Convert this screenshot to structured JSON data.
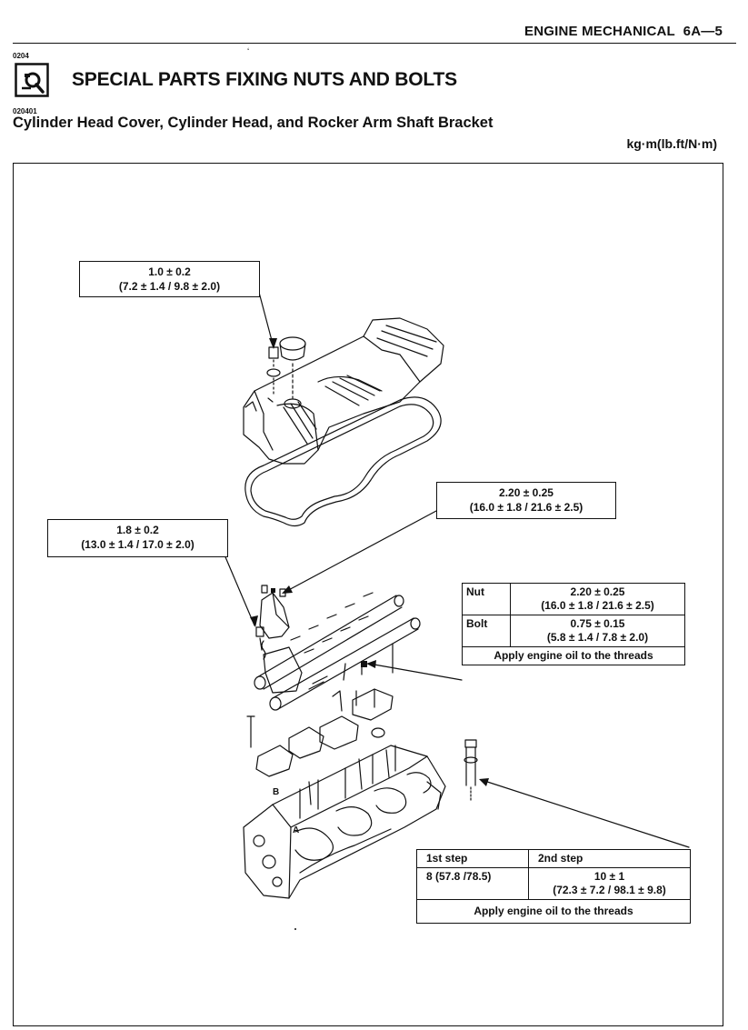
{
  "header": {
    "section": "ENGINE MECHANICAL",
    "page": "6A—5"
  },
  "codes": {
    "section": "0204",
    "subsection": "020401",
    "stray_mark": "ʻ"
  },
  "title": "SPECIAL PARTS FIXING NUTS AND BOLTS",
  "title_icon": "wrench-in-box-icon",
  "subtitle": "Cylinder Head Cover, Cylinder Head, and Rocker Arm Shaft Bracket",
  "units": "kg·m(lb.ft/N·m)",
  "cover_spec": {
    "primary": "1.0 ± 0.2",
    "secondary": "(7.2 ± 1.4 / 9.8 ± 2.0)"
  },
  "bracket_spec": {
    "primary": "1.8 ± 0.2",
    "secondary": "(13.0 ± 1.4 / 17.0 ± 2.0)"
  },
  "shaft_spec": {
    "primary": "2.20 ± 0.25",
    "secondary": "(16.0 ± 1.8 / 21.6 ± 2.5)"
  },
  "nut_bolt_table": {
    "nut_label": "Nut",
    "nut_primary": "2.20 ± 0.25",
    "nut_secondary": "(16.0 ± 1.8 / 21.6 ± 2.5)",
    "bolt_label": "Bolt",
    "bolt_primary": "0.75 ± 0.15",
    "bolt_secondary": "(5.8 ± 1.4 / 7.8 ± 2.0)",
    "note": "Apply engine oil to the threads"
  },
  "head_bolt_table": {
    "step1_header": "1st step",
    "step2_header": "2nd step",
    "step1_value": "8 (57.8 /78.5)",
    "step2_primary": "10 ± 1",
    "step2_secondary": "(72.3 ± 7.2 / 98.1 ± 9.8)",
    "note": "Apply engine oil to the threads"
  },
  "callouts": {
    "a": "A",
    "b": "B"
  }
}
